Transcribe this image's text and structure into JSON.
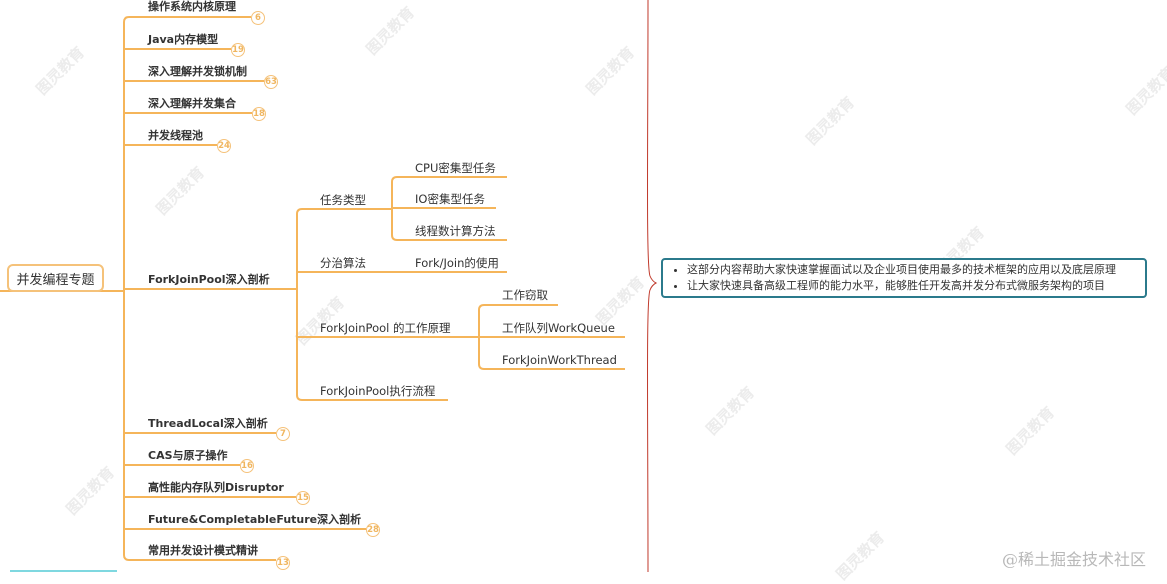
{
  "root": {
    "label": "并发编程专题"
  },
  "branches": [
    {
      "label": "操作系统内核原理",
      "count": "6"
    },
    {
      "label": "Java内存模型",
      "count": "19"
    },
    {
      "label": "深入理解并发锁机制",
      "count": "63"
    },
    {
      "label": "深入理解并发集合",
      "count": "18"
    },
    {
      "label": "并发线程池",
      "count": "24"
    },
    {
      "label": "ForkJoinPool深入剖析",
      "children": [
        {
          "label": "任务类型",
          "children": [
            {
              "label": "CPU密集型任务"
            },
            {
              "label": "IO密集型任务"
            },
            {
              "label": "线程数计算方法"
            }
          ]
        },
        {
          "label": "分治算法",
          "children": [
            {
              "label": "Fork/Join的使用"
            }
          ]
        },
        {
          "label": "ForkJoinPool 的工作原理",
          "children": [
            {
              "label": "工作窃取"
            },
            {
              "label": "工作队列WorkQueue"
            },
            {
              "label": "ForkJoinWorkThread"
            }
          ]
        },
        {
          "label": "ForkJoinPool执行流程"
        }
      ]
    },
    {
      "label": "ThreadLocal深入剖析",
      "count": "7"
    },
    {
      "label": "CAS与原子操作",
      "count": "16"
    },
    {
      "label": "高性能内存队列Disruptor",
      "count": "15"
    },
    {
      "label": "Future&CompletableFuture深入剖析",
      "count": "28"
    },
    {
      "label": "常用并发设计模式精讲",
      "count": "13"
    }
  ],
  "summary_note": {
    "items": [
      "这部分内容帮助大家快速掌握面试以及企业项目使用最多的技术框架的应用以及底层原理",
      "让大家快速具备高级工程师的能力水平，能够胜任开发高并发分布式微服务架构的项目"
    ]
  },
  "watermark": "图灵教育",
  "credit": "@稀土掘金技术社区",
  "colors": {
    "branch_line": "#f5b55a",
    "badge": "#f5c27a",
    "brace": "#c0392b",
    "note_border": "#2b7a8c"
  }
}
